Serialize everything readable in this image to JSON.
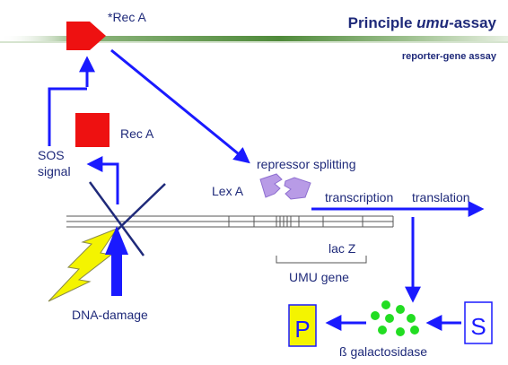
{
  "header": {
    "title_prefix": "Principle ",
    "title_emph": "umu",
    "title_suffix": "-assay",
    "subtitle": "reporter-gene assay"
  },
  "labels": {
    "rec_a_active": "*Rec A",
    "rec_a": "Rec A",
    "sos_line1": "SOS",
    "sos_line2": "signal",
    "repressor_splitting": "repressor splitting",
    "lex_a": "Lex A",
    "transcription": "transcription",
    "translation": "translation",
    "lac_z": "lac Z",
    "umu_gene": "UMU gene",
    "dna_damage": "DNA-damage",
    "product_p": "P",
    "substrate_s": "S",
    "beta_galactosidase": "ß galactosidase"
  },
  "colors": {
    "arrow_blue": "#1a1aff",
    "text_navy": "#1f2a7a",
    "rec_red": "#ee1111",
    "lexa_violet": "#b89be6",
    "bolt_yellow": "#f4f400",
    "enzyme_green": "#22dd22",
    "dna_gray": "#555555",
    "header_green_dark": "#4f8a3a",
    "header_green_light": "#c8dcc0"
  },
  "icons": {
    "rec_a_active": "red-pentagon-icon",
    "rec_a": "red-square-icon",
    "lex_a": "split-repressor-icon",
    "dna_damage": "lightning-bolt-icon",
    "beta_galactosidase": "green-dots-icon"
  }
}
